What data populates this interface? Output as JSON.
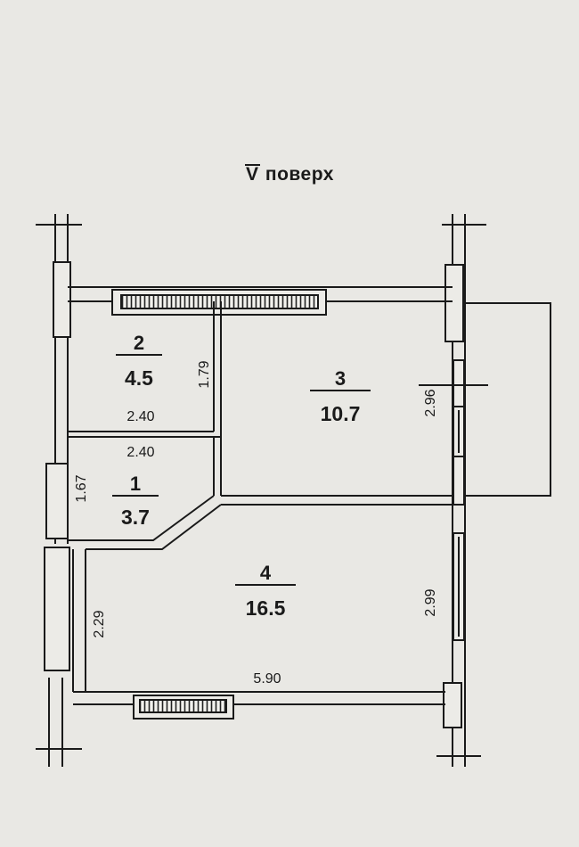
{
  "floor_title": {
    "numeral": "V",
    "word": "поверх"
  },
  "rooms": [
    {
      "number": "2",
      "area": "4.5"
    },
    {
      "number": "3",
      "area": "10.7"
    },
    {
      "number": "1",
      "area": "3.7"
    },
    {
      "number": "4",
      "area": "16.5"
    }
  ],
  "dimensions": {
    "room2_height": "1.79",
    "room2_width": "2.40",
    "room1_width": "2.40",
    "room1_height": "1.67",
    "room4_height": "2.29",
    "room4_width": "5.90",
    "room3_right_height": "2.96",
    "room4_right_height": "2.99"
  }
}
